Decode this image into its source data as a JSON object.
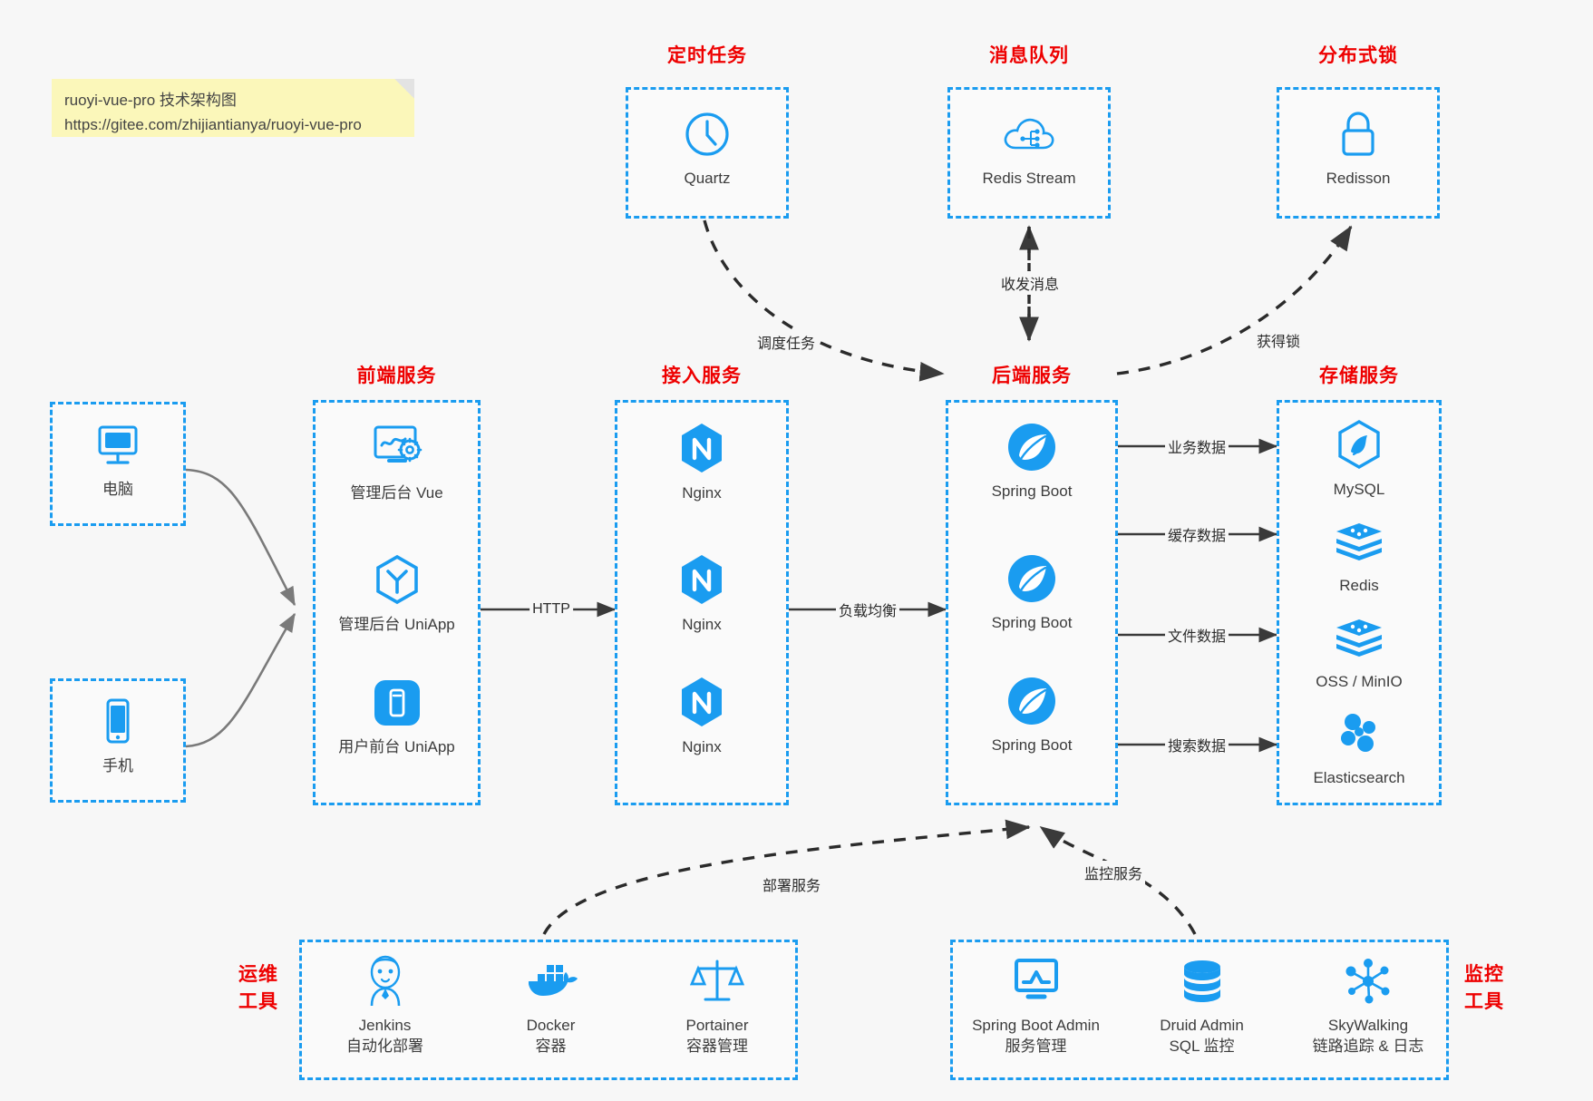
{
  "note": {
    "line1": "ruoyi-vue-pro 技术架构图",
    "line2": "https://gitee.com/zhijiantianya/ruoyi-vue-pro"
  },
  "colors": {
    "accent": "#1a9cf0",
    "title": "#ee0000",
    "background": "#f7f7f7",
    "note": "#fbf7ba",
    "edge": "#333333"
  },
  "groups": {
    "scheduler": {
      "title": "定时任务",
      "nodes": [
        {
          "label": "Quartz",
          "icon": "clock-icon"
        }
      ]
    },
    "mq": {
      "title": "消息队列",
      "nodes": [
        {
          "label": "Redis Stream",
          "icon": "cloud-stream-icon"
        }
      ]
    },
    "lock": {
      "title": "分布式锁",
      "nodes": [
        {
          "label": "Redisson",
          "icon": "padlock-icon"
        }
      ]
    },
    "clients": {
      "nodes": [
        {
          "label": "电脑",
          "icon": "desktop-icon"
        },
        {
          "label": "手机",
          "icon": "mobile-icon"
        }
      ]
    },
    "frontend": {
      "title": "前端服务",
      "nodes": [
        {
          "label": "管理后台 Vue",
          "icon": "dashboard-gear-icon"
        },
        {
          "label": "管理后台 UniApp",
          "icon": "hexagon-y-icon"
        },
        {
          "label": "用户前台 UniApp",
          "icon": "phone-app-icon"
        }
      ]
    },
    "gateway": {
      "title": "接入服务",
      "nodes": [
        {
          "label": "Nginx",
          "icon": "nginx-icon"
        },
        {
          "label": "Nginx",
          "icon": "nginx-icon"
        },
        {
          "label": "Nginx",
          "icon": "nginx-icon"
        }
      ]
    },
    "backend": {
      "title": "后端服务",
      "nodes": [
        {
          "label": "Spring Boot",
          "icon": "spring-leaf-icon"
        },
        {
          "label": "Spring Boot",
          "icon": "spring-leaf-icon"
        },
        {
          "label": "Spring Boot",
          "icon": "spring-leaf-icon"
        }
      ]
    },
    "storage": {
      "title": "存储服务",
      "nodes": [
        {
          "label": "MySQL",
          "icon": "mysql-dolphin-icon"
        },
        {
          "label": "Redis",
          "icon": "redis-stack-icon"
        },
        {
          "label": "OSS / MinIO",
          "icon": "oss-stack-icon"
        },
        {
          "label": "Elasticsearch",
          "icon": "elasticsearch-icon"
        }
      ]
    },
    "devops": {
      "title": "运维\n工具",
      "title_lines": [
        "运维",
        "工具"
      ],
      "nodes": [
        {
          "label": "Jenkins",
          "sublabel": "自动化部署",
          "icon": "jenkins-butler-icon"
        },
        {
          "label": "Docker",
          "sublabel": "容器",
          "icon": "docker-whale-icon"
        },
        {
          "label": "Portainer",
          "sublabel": "容器管理",
          "icon": "scales-icon"
        }
      ]
    },
    "monitor": {
      "title_lines": [
        "监控",
        "工具"
      ],
      "nodes": [
        {
          "label": "Spring Boot Admin",
          "sublabel": "服务管理",
          "icon": "monitor-chart-icon"
        },
        {
          "label": "Druid Admin",
          "sublabel": "SQL 监控",
          "icon": "database-icon"
        },
        {
          "label": "SkyWalking",
          "sublabel": "链路追踪 & 日志",
          "icon": "network-nodes-icon"
        }
      ]
    }
  },
  "edges": {
    "http": "HTTP",
    "load_balance": "负载均衡",
    "schedule_task": "调度任务",
    "send_receive_message": "收发消息",
    "acquire_lock": "获得锁",
    "business_data": "业务数据",
    "cache_data": "缓存数据",
    "file_data": "文件数据",
    "search_data": "搜索数据",
    "deploy_service": "部署服务",
    "monitor_service": "监控服务"
  }
}
